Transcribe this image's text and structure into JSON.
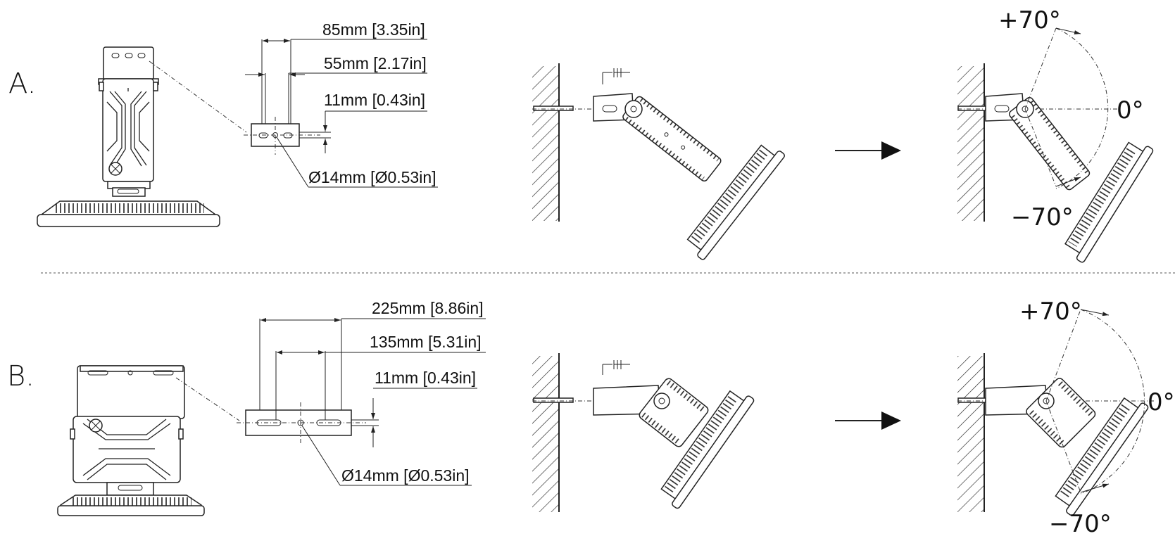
{
  "section_a": {
    "label": "A.",
    "dims": {
      "overall": "85mm [3.35in]",
      "slot_spacing": "55mm [2.17in]",
      "slot_width": "11mm [0.43in]",
      "hole": "Ø14mm [Ø0.53in]"
    },
    "angles": {
      "up": "+70°",
      "zero": "0°",
      "down": "−70°"
    }
  },
  "section_b": {
    "label": "B.",
    "dims": {
      "overall": "225mm [8.86in]",
      "slot_spacing": "135mm [5.31in]",
      "slot_width": "11mm [0.43in]",
      "hole": "Ø14mm [Ø0.53in]"
    },
    "angles": {
      "up": "+70°",
      "zero": "0°",
      "down": "−70°"
    }
  }
}
